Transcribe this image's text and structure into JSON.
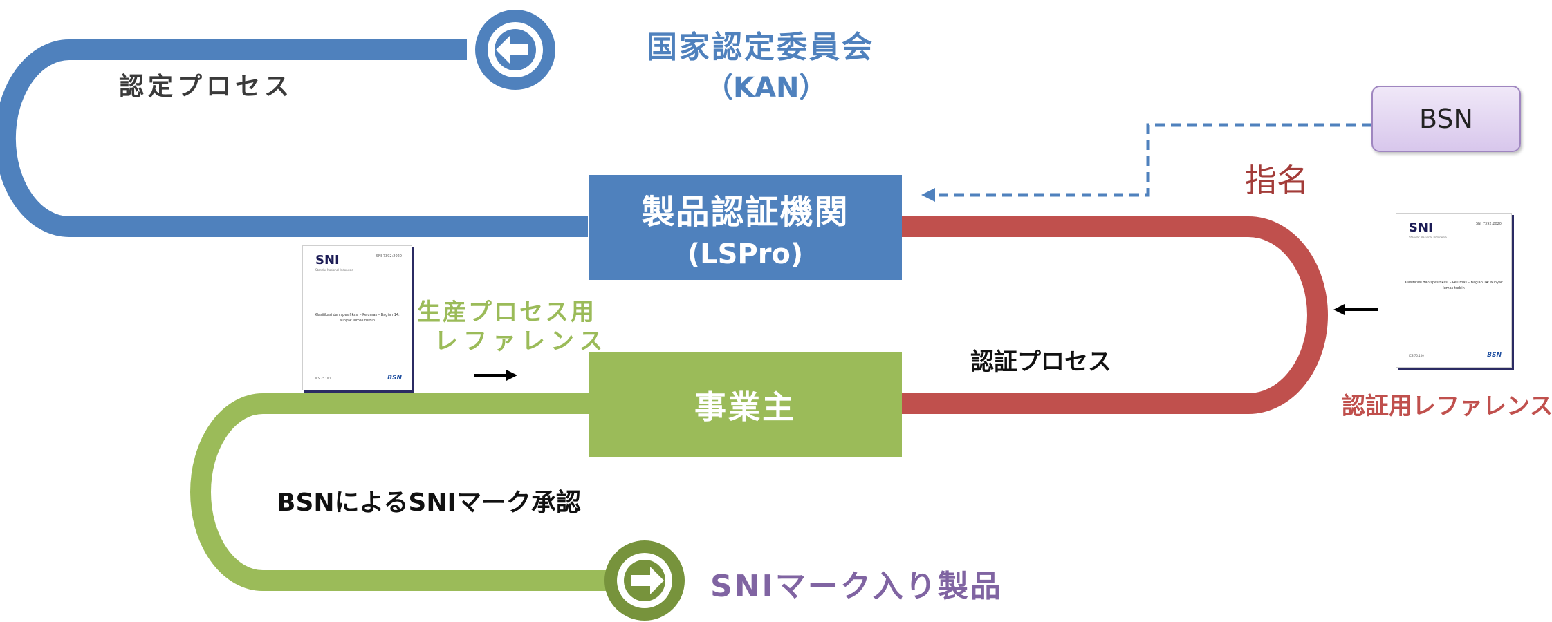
{
  "colors": {
    "blue": "#4f81bd",
    "red": "#c0504d",
    "green": "#9bbb59",
    "dark_green": "#77933c",
    "purple": "#8064a2",
    "blue_text": "#4f81bd",
    "dashed": "#4f81bd"
  },
  "kan": {
    "title": "国家認定委員会",
    "subtitle": "（KAN）",
    "process_label": "認定プロセス"
  },
  "lspro": {
    "title": "製品認証機関",
    "subtitle": "(LSPro)"
  },
  "bsn": {
    "label": "BSN",
    "appoint_label": "指名"
  },
  "business": {
    "label": "事業主",
    "production_ref_line1": "生産プロセス用",
    "production_ref_line2": "レファレンス",
    "cert_process_label": "認証プロセス",
    "cert_ref_label": "認証用レファレンス"
  },
  "approval": {
    "label": "BSNによるSNIマーク承認",
    "product_label": "SNIマーク入り製品"
  },
  "icons": {
    "start": "arrow-left-circle-icon",
    "end": "arrow-right-circle-icon"
  }
}
